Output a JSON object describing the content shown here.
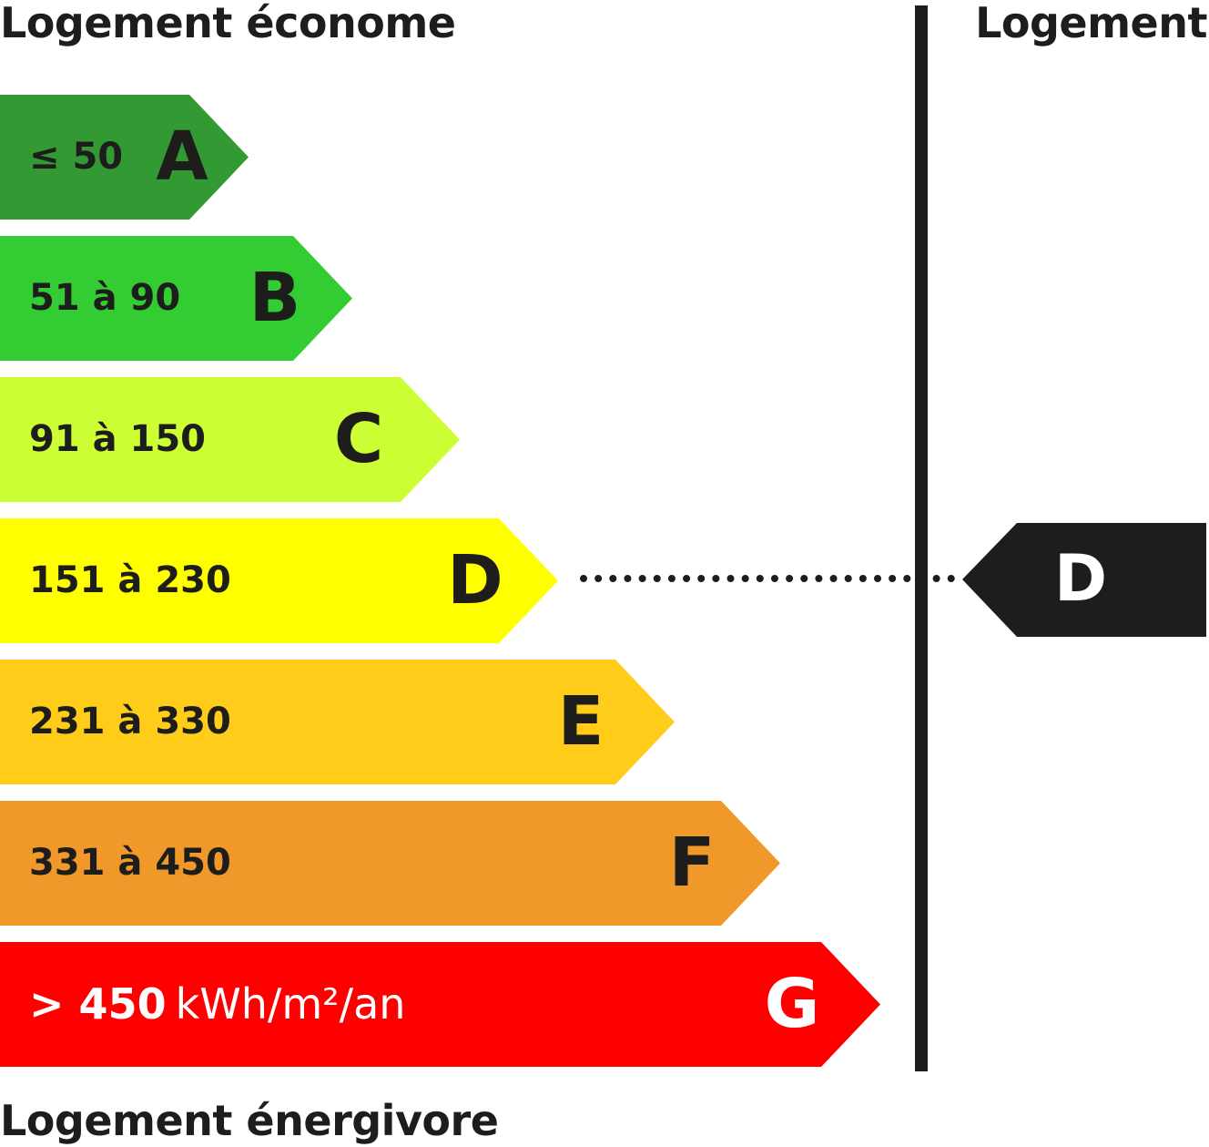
{
  "headings": {
    "top": "Logement économe",
    "bottom": "Logement énergivore",
    "right": "Logement"
  },
  "classes": [
    {
      "letter": "A",
      "range": "≤ 50",
      "color": "#339933"
    },
    {
      "letter": "B",
      "range": "51 à 90",
      "color": "#33cc33"
    },
    {
      "letter": "C",
      "range": "91 à 150",
      "color": "#ccff33"
    },
    {
      "letter": "D",
      "range": "151 à 230",
      "color": "#ffff00"
    },
    {
      "letter": "E",
      "range": "231 à 330",
      "color": "#ffcc1a"
    },
    {
      "letter": "F",
      "range": "331 à 450",
      "color": "#f0992a"
    },
    {
      "letter": "G",
      "range": "> 450",
      "unit": "kWh/m²/an",
      "color": "#ff0000"
    }
  ],
  "indicator": {
    "letter": "D",
    "color": "#1d1d1b"
  }
}
